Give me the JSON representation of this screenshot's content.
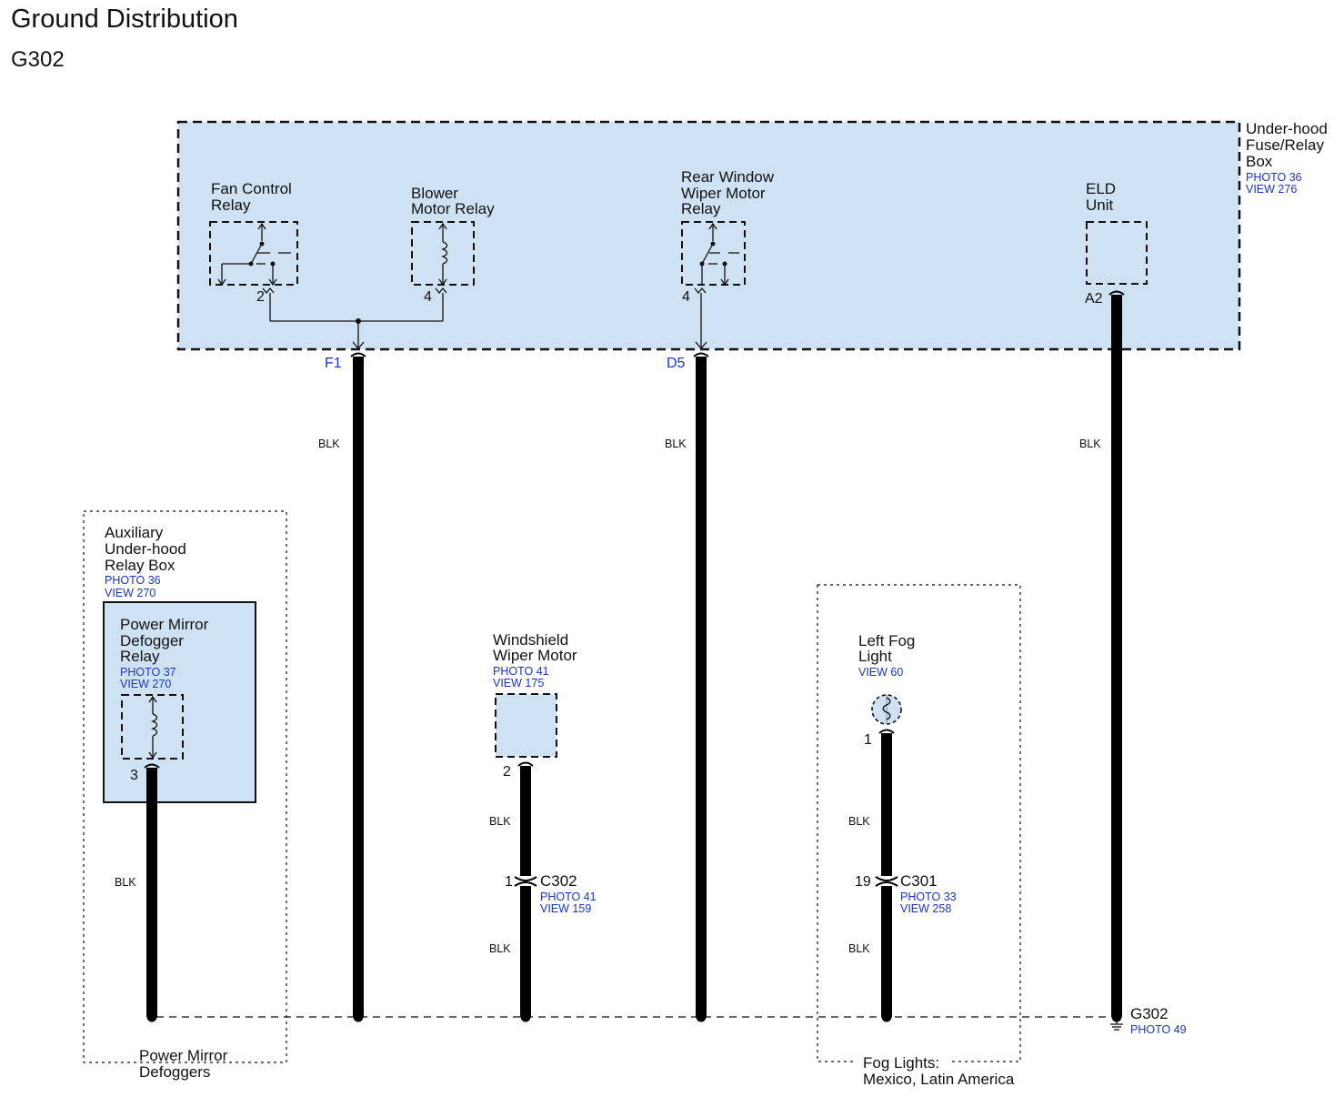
{
  "header": {
    "title": "Ground Distribution",
    "subtitle": "G302"
  },
  "underhood": {
    "name_1": "Under-hood",
    "name_2": "Fuse/Relay",
    "name_3": "Box",
    "photo": "PHOTO 36",
    "view": "VIEW 276",
    "fan_relay": {
      "line1": "Fan Control",
      "line2": "Relay",
      "pin": "2"
    },
    "blower_relay": {
      "line1": "Blower",
      "line2": "Motor Relay",
      "pin": "4"
    },
    "rear_wiper_relay": {
      "line1": "Rear Window",
      "line2": "Wiper Motor",
      "line3": "Relay",
      "pin": "4"
    },
    "eld": {
      "line1": "ELD",
      "line2": "Unit",
      "pin": "A2"
    }
  },
  "connectors": {
    "f1": "F1",
    "d5": "D5"
  },
  "wire_color": "BLK",
  "aux_box": {
    "line1": "Auxiliary",
    "line2": "Under-hood",
    "line3": "Relay Box",
    "photo": "PHOTO 36",
    "view": "VIEW 270",
    "relay": {
      "line1": "Power Mirror",
      "line2": "Defogger",
      "line3": "Relay",
      "photo": "PHOTO 37",
      "view": "VIEW 270",
      "pin": "3"
    },
    "footer1": "Power Mirror",
    "footer2": "Defoggers"
  },
  "windshield_wiper": {
    "line1": "Windshield",
    "line2": "Wiper Motor",
    "photo": "PHOTO 41",
    "view": "VIEW 175",
    "pin": "2",
    "conn_pin": "1",
    "conn_name": "C302",
    "conn_photo": "PHOTO 41",
    "conn_view": "VIEW 159"
  },
  "fog": {
    "line1": "Left Fog",
    "line2": "Light",
    "view": "VIEW 60",
    "pin": "1",
    "conn_pin": "19",
    "conn_name": "C301",
    "conn_photo": "PHOTO 33",
    "conn_view": "VIEW 258",
    "footer1": "Fog Lights:",
    "footer2": "Mexico, Latin America"
  },
  "ground": {
    "name": "G302",
    "photo": "PHOTO 49"
  },
  "colors": {
    "box_fill": "#cfe2f3",
    "ref_text": "#1a33cc",
    "wire": "#000000"
  }
}
